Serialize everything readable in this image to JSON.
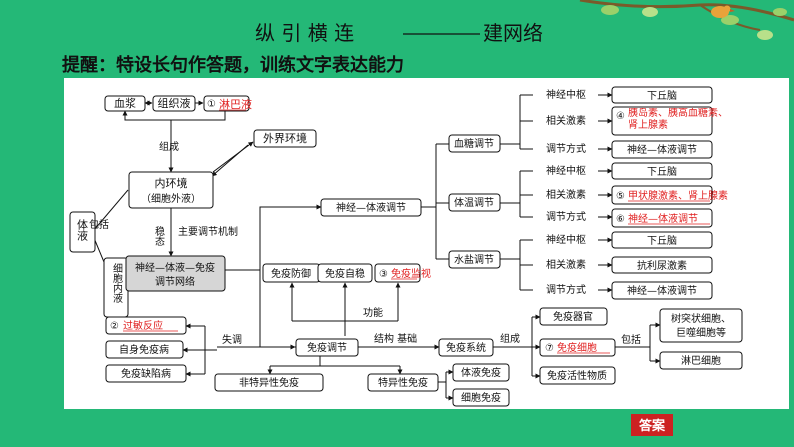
{
  "slide": {
    "title_left": "纵 引 横 连",
    "title_right": "建网络",
    "subtitle": "提醒：特设长句作答题，训练文字表达能力",
    "answer_button": "答案"
  },
  "diagram": {
    "xuejiang": "血浆",
    "zuzhiye": "组织液",
    "linbaye_num": "①",
    "linbaye": "淋巴液",
    "zucheng": "组成",
    "waijie": "外界环境",
    "neihuanjing_1": "内环境",
    "neihuanjing_2": "（细胞外液）",
    "baokuo_left": "包括",
    "tiye": "体液",
    "xibaoneiye": "细胞内液",
    "wentai": "稳态",
    "zhuyao": "主要调节机制",
    "network_1": "神经—体液—免疫",
    "network_2": "调节网络",
    "shenjing_tiye": "神经—体液调节",
    "xuetang": "血糖调节",
    "tiwen": "体温调节",
    "shuiyan": "水盐调节",
    "sjzs": "神经中枢",
    "xgjs": "相关激素",
    "tjfs": "调节方式",
    "xqn": "下丘脑",
    "ans4_num": "④",
    "ans4": "胰岛素、胰高血糖素、肾上腺素",
    "sjty": "神经—体液调节",
    "ans5_num": "⑤",
    "ans5": "甲状腺激素、肾上腺素",
    "ans6_num": "⑥",
    "ans6": "神经—体液调节",
    "kldnjs": "抗利尿激素",
    "mianyi_fangyu": "免疫防御",
    "mianyi_ziwen": "免疫自稳",
    "ans3_num": "③",
    "ans3": "免疫监视",
    "gongneng": "功能",
    "ans2_num": "②",
    "ans2": "过敏反应",
    "zishen": "自身免疫病",
    "quexian": "免疫缺陷病",
    "shitiao": "失调",
    "mianyi_tiaojie": "免疫调节",
    "jiegou_jichu": "结构 基础",
    "mianyi_xitong": "免疫系统",
    "zucheng2": "组成",
    "feiteyi": "非特异性免疫",
    "teyi": "特异性免疫",
    "tiye_mianyi": "体液免疫",
    "xibao_mianyi": "细胞免疫",
    "mianyi_qiguan": "免疫器官",
    "ans7_num": "⑦",
    "ans7": "免疫细胞",
    "mianyi_huoxing": "免疫活性物质",
    "baokuo_right": "包括",
    "shutu_1": "树突状细胞、",
    "shutu_2": "巨噬细胞等",
    "linba_xibao": "淋巴细胞"
  },
  "colors": {
    "background": "#24b877",
    "answer_red": "#e02020",
    "network_fill": "#d6d6d6",
    "button_red": "#cc2222"
  },
  "icons": [
    "tree-branch-icon",
    "bird-icon"
  ]
}
